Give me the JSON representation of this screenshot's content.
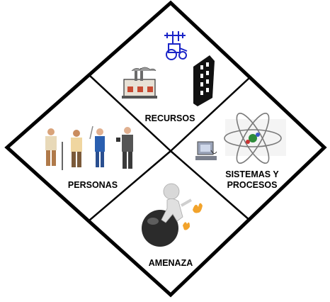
{
  "quadrants": {
    "top": {
      "label": "RECURSOS"
    },
    "left": {
      "label": "PERSONAS"
    },
    "right": {
      "label_line1": "SISTEMAS Y",
      "label_line2": "PROCESOS"
    },
    "bottom": {
      "label": "AMENAZA"
    }
  },
  "icons": {
    "top": [
      "tractor-icon",
      "factory-icon",
      "building-icon"
    ],
    "left": [
      "people-workers-icon"
    ],
    "right": [
      "computer-icon",
      "atom-icon"
    ],
    "bottom": [
      "bomb-figure-icon"
    ]
  },
  "colors": {
    "outline": "#000000",
    "background": "#ffffff",
    "tractor": "#1a24c8",
    "atom_orbit": "#7a7a7a",
    "atom_core": "#2e8b3a"
  }
}
